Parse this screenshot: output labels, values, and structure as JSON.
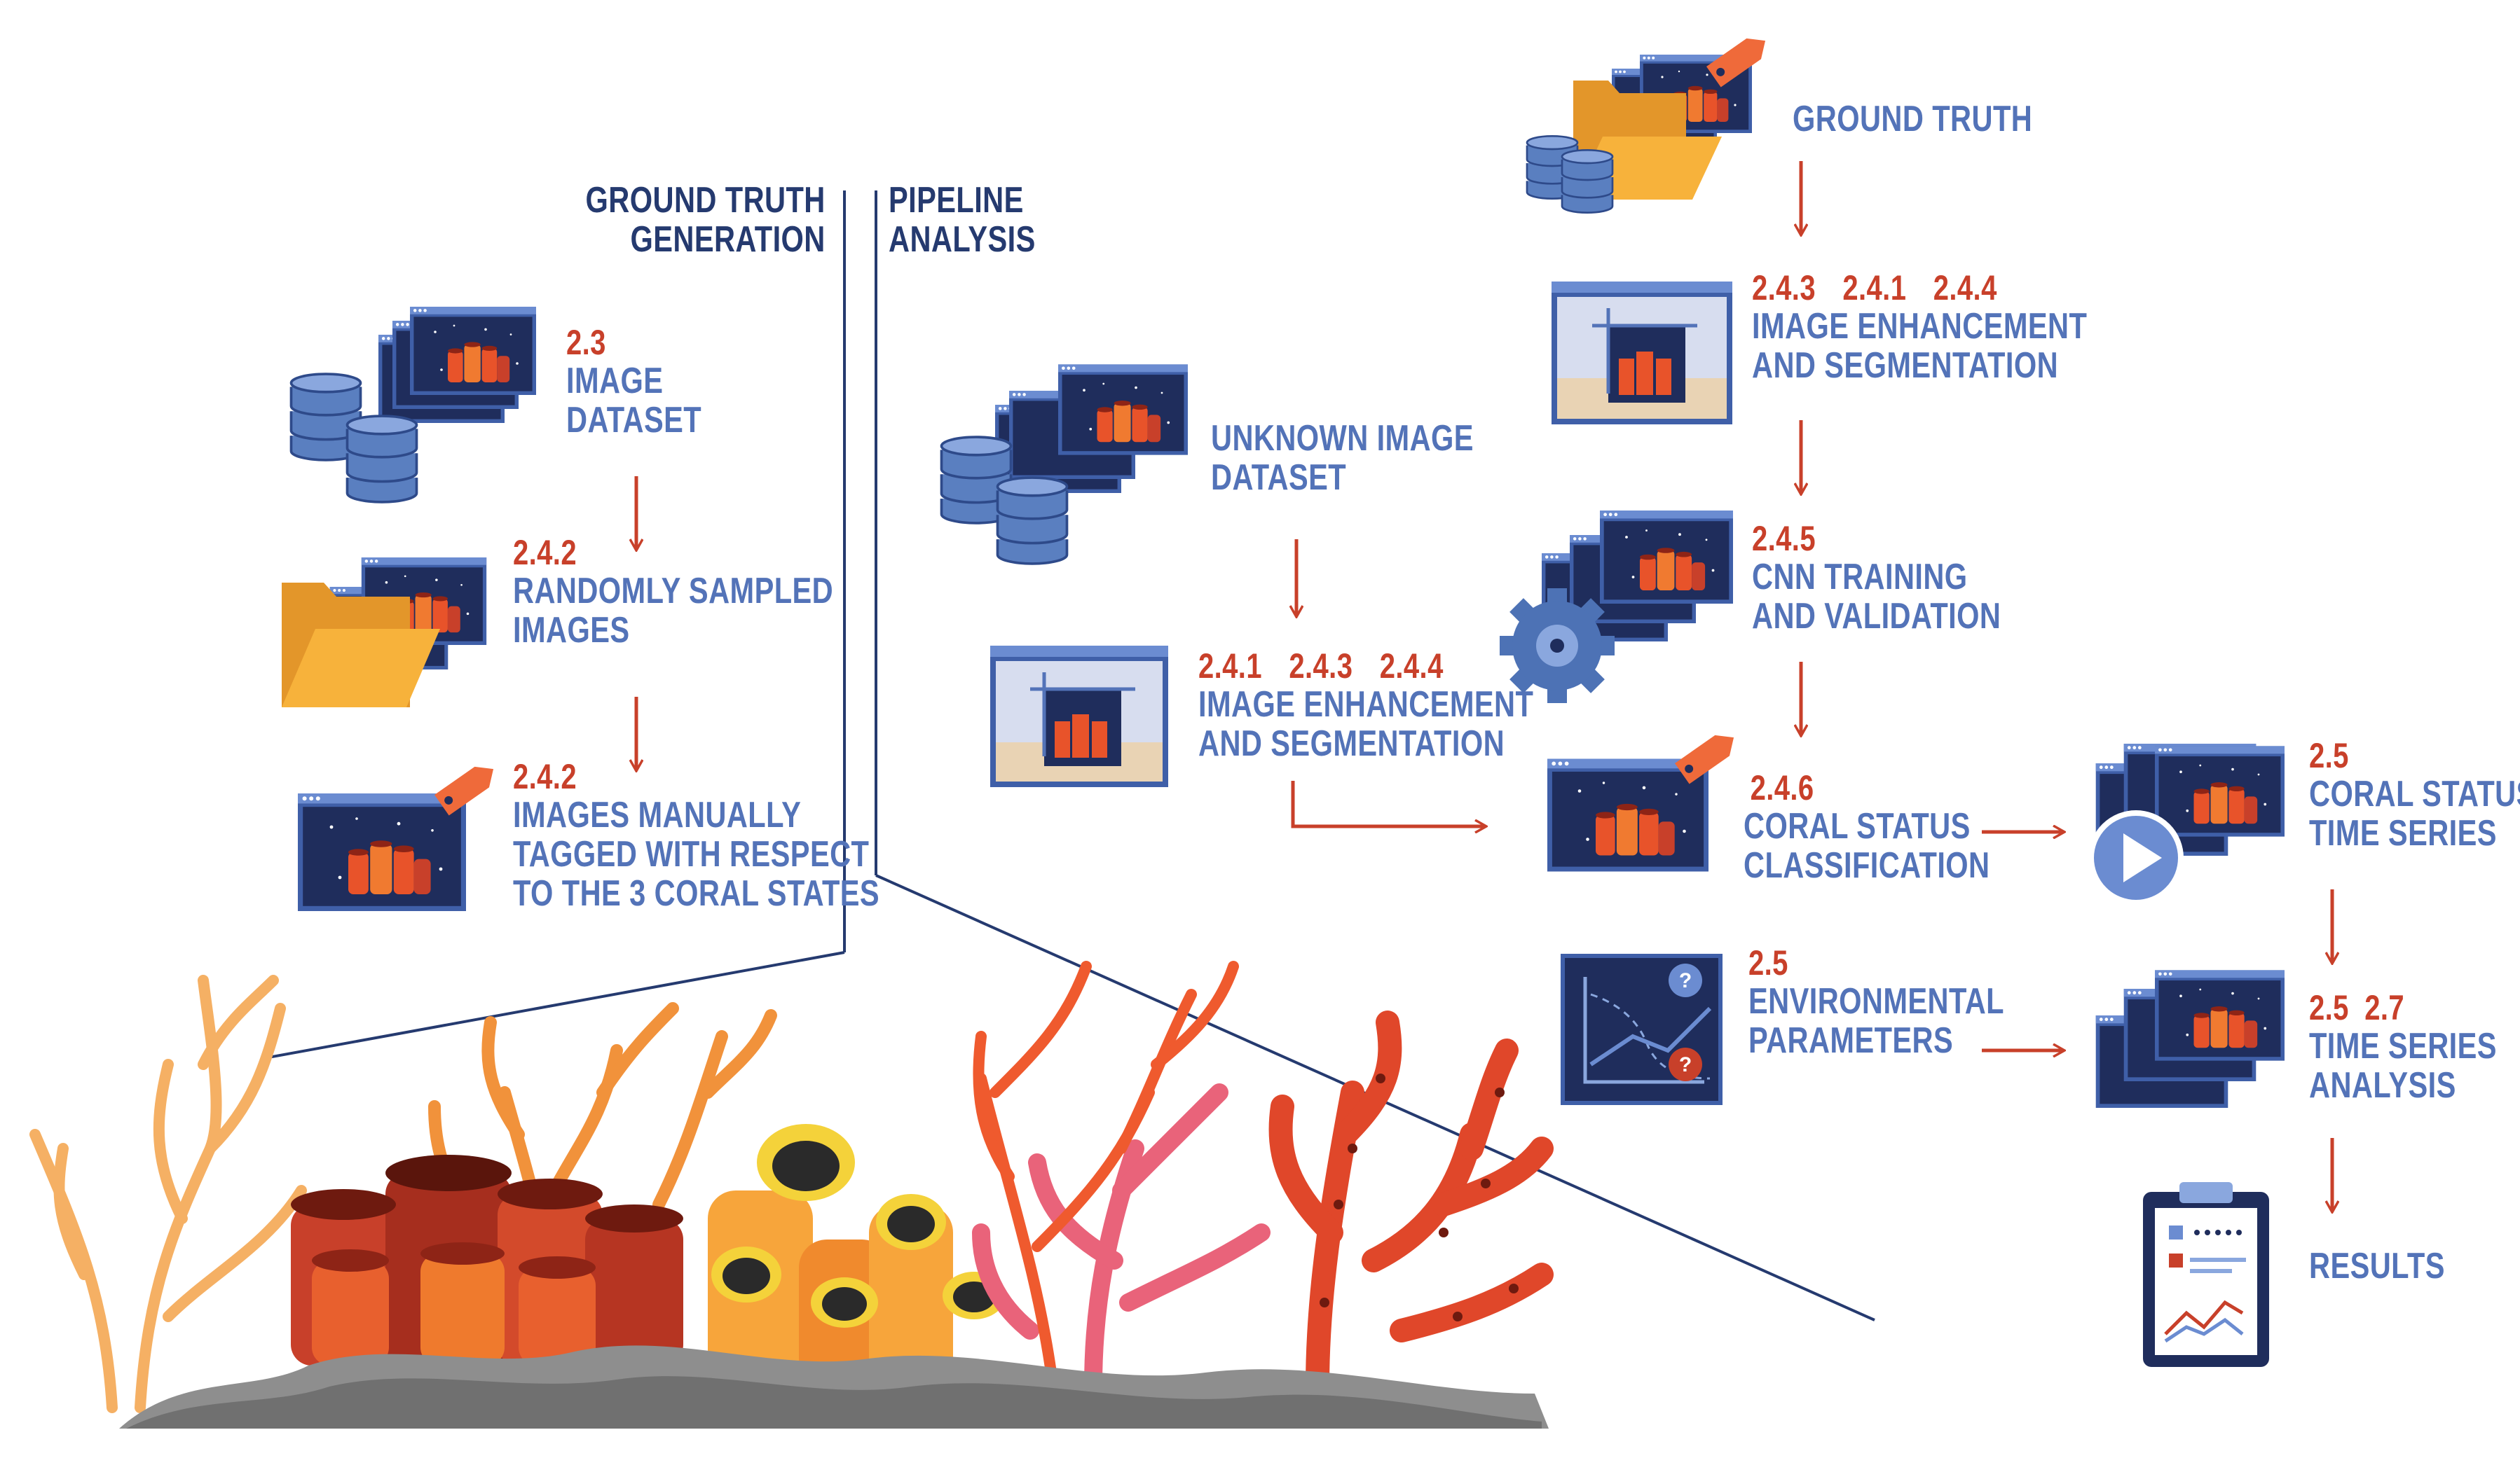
{
  "colors": {
    "label_blue": "#5373b8",
    "section_red": "#c8402a",
    "header_navy": "#253a6f",
    "arrow_red": "#c8402a",
    "divider_navy": "#253a6f",
    "db_blue": "#5a7fc0",
    "folder_yellow": "#f7b23b",
    "tag_orange": "#ef6a3a",
    "screen_navy": "#1f2d5c",
    "gear_blue": "#4d72b5"
  },
  "headers": {
    "ground_truth_generation": [
      "GROUND TRUTH",
      "GENERATION"
    ],
    "pipeline_analysis": [
      "PIPELINE",
      "ANALYSIS"
    ]
  },
  "ground_truth": {
    "image_dataset": {
      "section": "2.3",
      "label": [
        "IMAGE",
        "DATASET"
      ],
      "icon": "database-images-icon"
    },
    "randomly_sampled": {
      "section": "2.4.2",
      "label": [
        "RANDOMLY SAMPLED",
        "IMAGES"
      ],
      "icon": "folder-images-icon"
    },
    "manually_tagged": {
      "section": "2.4.2",
      "label": [
        "IMAGES MANUALLY",
        "TAGGED WITH RESPECT",
        "TO THE 3 CORAL STATES"
      ],
      "icon": "tagged-image-icon"
    }
  },
  "pipeline": {
    "unknown_dataset": {
      "label": [
        "UNKNOWN IMAGE",
        "DATASET"
      ],
      "icon": "database-images-icon"
    },
    "enhancement": {
      "sections": [
        "2.4.1",
        "2.4.3",
        "2.4.4"
      ],
      "label": [
        "IMAGE ENHANCEMENT",
        "AND SEGMENTATION"
      ],
      "icon": "segmentation-window-icon"
    }
  },
  "right_column": {
    "ground_truth": {
      "label": "GROUND TRUTH",
      "icon": "database-folder-tag-icon"
    },
    "enhancement": {
      "sections": [
        "2.4.3",
        "2.4.1",
        "2.4.4"
      ],
      "label": [
        "IMAGE ENHANCEMENT",
        "AND SEGMENTATION"
      ],
      "icon": "segmentation-window-icon"
    },
    "cnn": {
      "section": "2.4.5",
      "label": [
        "CNN TRAINING",
        "AND VALIDATION"
      ],
      "icon": "gear-images-icon"
    },
    "classification": {
      "section": "2.4.6",
      "label": [
        "CORAL STATUS",
        "CLASSIFICATION"
      ],
      "icon": "tagged-image-icon"
    },
    "environmental": {
      "section": "2.5",
      "label": [
        "ENVIRONMENTAL",
        "PARAMETERS"
      ],
      "icon": "chart-question-icon"
    }
  },
  "far_right": {
    "time_series": {
      "section": "2.5",
      "label": [
        "CORAL STATUS",
        "TIME SERIES"
      ],
      "icon": "play-images-icon"
    },
    "analysis": {
      "sections": [
        "2.5",
        "2.7"
      ],
      "label": [
        "TIME SERIES",
        "ANALYSIS"
      ],
      "icon": "layered-images-icon"
    },
    "results": {
      "label": "RESULTS",
      "icon": "clipboard-report-icon"
    }
  }
}
